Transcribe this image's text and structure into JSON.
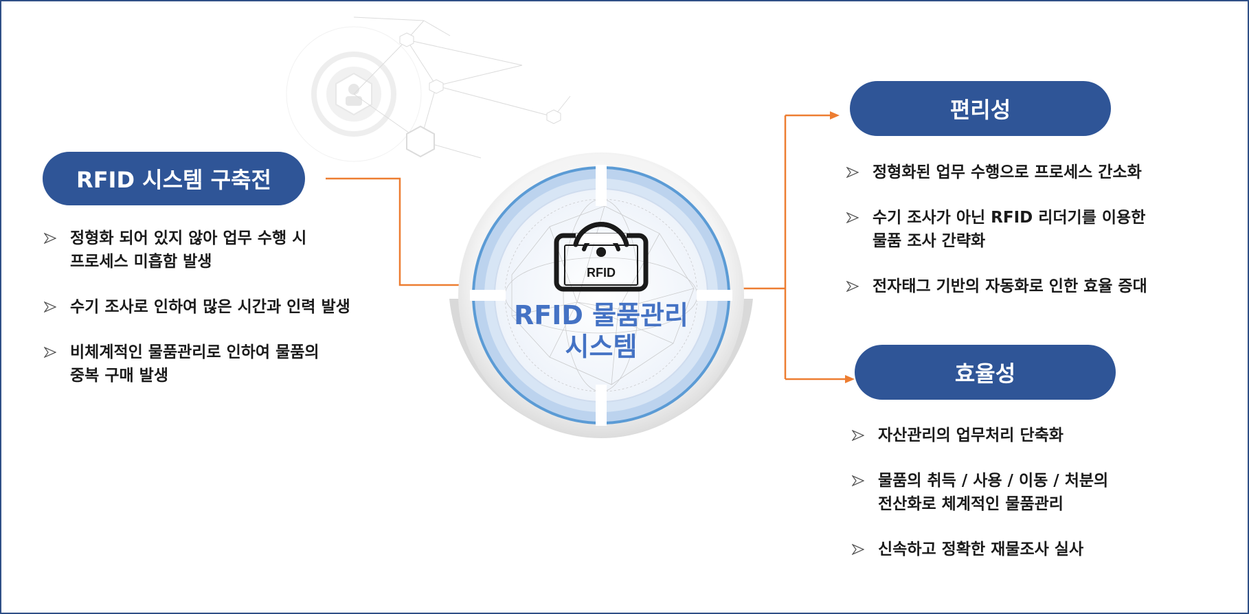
{
  "colors": {
    "pill": "#2f5597",
    "connector": "#ed7d31",
    "center_title": "#4472c4",
    "ring": "#5b9bd5",
    "frame": "#2f4f86"
  },
  "left": {
    "title": "RFID 시스템 구축전",
    "items": [
      "정형화 되어 있지 않아 업무 수행 시\n 프로세스 미흡함 발생",
      "수기 조사로 인하여  많은 시간과 인력 발생",
      "비체계적인 물품관리로 인하여 물품의\n중복 구매 발생"
    ]
  },
  "center": {
    "device_label": "RFID",
    "title": "RFID 물품관리\n시스템"
  },
  "right_top": {
    "title": "편리성",
    "items": [
      "정형화된 업무 수행으로 프로세스 간소화",
      "수기 조사가 아닌 RFID 리더기를 이용한\n 물품 조사 간략화",
      "전자태그 기반의 자동화로 인한 효율 증대"
    ]
  },
  "right_bottom": {
    "title": "효율성",
    "items": [
      "자산관리의 업무처리 단축화",
      "물품의 취득 / 사용 / 이동 / 처분의\n 전산화로 체계적인 물품관리",
      "신속하고 정확한 재물조사 실사"
    ]
  },
  "icons": {
    "bullet": "arrowhead-bullet-icon",
    "device": "rfid-reader-icon",
    "network": "people-network-icon"
  }
}
